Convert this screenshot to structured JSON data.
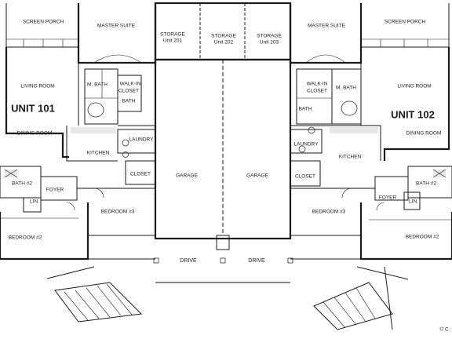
{
  "plan": {
    "watermark": "© C",
    "unit_101": {
      "title": "UNIT 101",
      "rooms": {
        "screen_porch": "SCREEN PORCH",
        "master_suite": "MASTER SUITE",
        "living_room": "LIVING ROOM",
        "m_bath": "M. BATH",
        "walk_in_closet_1": "WALK-IN",
        "walk_in_closet_2": "CLOSET",
        "bath": "BATH",
        "dining_room": "DINING ROOM",
        "laundry": "LAUNDRY",
        "kitchen": "KITCHEN",
        "closet": "CLOSET",
        "bath_2": "BATH #2",
        "foyer": "FOYER",
        "lin": "LIN.",
        "bedroom_3": "BEDROOM #3",
        "bedroom_2": "BEDROOM #2"
      }
    },
    "unit_102": {
      "title": "UNIT 102",
      "rooms": {
        "screen_porch": "SCREEN PORCH",
        "master_suite": "MASTER SUITE",
        "living_room": "LIVING ROOM",
        "m_bath": "M. BATH",
        "walk_in_closet_1": "WALK-IN",
        "walk_in_closet_2": "CLOSET",
        "bath": "BATH",
        "dining_room": "DINING ROOM",
        "laundry": "LAUNDRY",
        "kitchen": "KITCHEN",
        "closet": "CLOSET",
        "bath_2": "BATH #2",
        "foyer": "FOYER",
        "lin": "LIN.",
        "bedroom_3": "BEDROOM #3",
        "bedroom_2": "BEDROOM #2"
      }
    },
    "storage": [
      {
        "label": "STORAGE",
        "unit": "Unit 201"
      },
      {
        "label": "STORAGE",
        "unit": "Unit 202"
      },
      {
        "label": "STORAGE",
        "unit": "Unit 203"
      }
    ],
    "garages": [
      "GARAGE",
      "GARAGE"
    ],
    "drives": [
      "DRIVE",
      "DRIVE"
    ]
  }
}
